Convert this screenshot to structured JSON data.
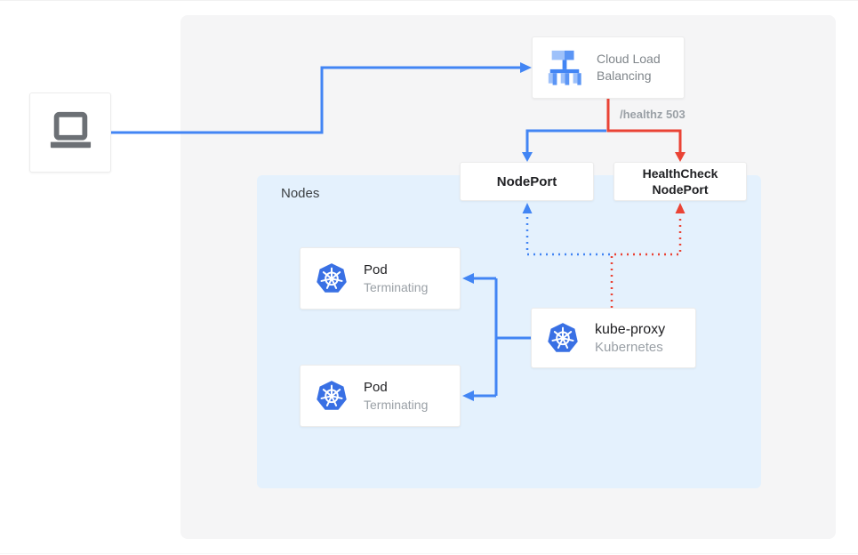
{
  "diagram": {
    "nodes_panel": {
      "label": "Nodes"
    },
    "edge_labels": {
      "healthz": "/healthz 503"
    },
    "cards": {
      "client": {
        "icon": "laptop-icon"
      },
      "cloud_load_balancing": {
        "line1": "Cloud Load",
        "line2": "Balancing",
        "icon": "load-balancer-icon"
      },
      "nodeport": {
        "label": "NodePort"
      },
      "healthcheck_nodeport": {
        "line1": "HealthCheck",
        "line2": "NodePort"
      },
      "pod_top": {
        "title": "Pod",
        "subtitle": "Terminating",
        "icon": "kubernetes-icon"
      },
      "pod_bottom": {
        "title": "Pod",
        "subtitle": "Terminating",
        "icon": "kubernetes-icon"
      },
      "kube_proxy": {
        "title": "kube-proxy",
        "subtitle": "Kubernetes",
        "icon": "kubernetes-icon"
      }
    },
    "colors": {
      "flow_blue": "#4285f4",
      "flow_red": "#ea4335",
      "panel_bg": "#f5f5f6",
      "nodes_panel_bg": "#e4f1fd",
      "kubernetes_blue": "#3970e4",
      "icon_gray": "#6c7075",
      "muted_text": "#9aa0a6",
      "dark_text": "#202124"
    }
  }
}
